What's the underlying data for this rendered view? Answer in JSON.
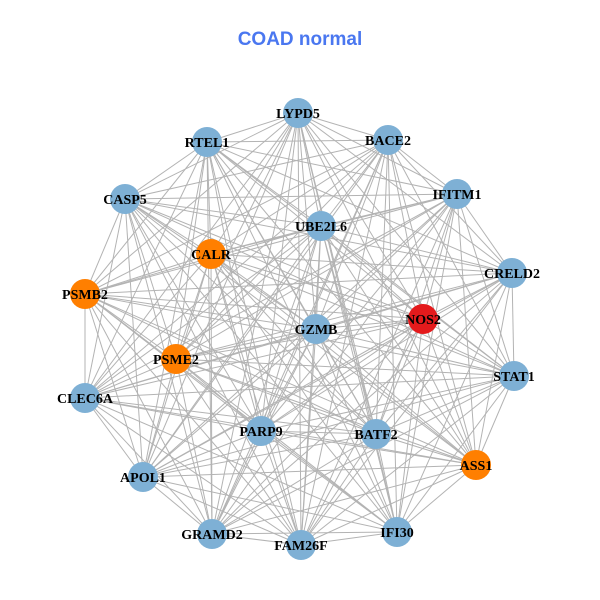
{
  "title": "COAD normal",
  "colors": {
    "title": "#4a77f0",
    "edge": "#b3b3b3",
    "blue": "#7eb0d5",
    "orange": "#ff7f00",
    "red": "#e41a1c"
  },
  "network": {
    "nodes": [
      {
        "label": "LYPD5",
        "group": "blue"
      },
      {
        "label": "BACE2",
        "group": "blue"
      },
      {
        "label": "RTEL1",
        "group": "blue"
      },
      {
        "label": "IFITM1",
        "group": "blue"
      },
      {
        "label": "CASP5",
        "group": "blue"
      },
      {
        "label": "UBE2L6",
        "group": "blue"
      },
      {
        "label": "CALR",
        "group": "orange"
      },
      {
        "label": "CRELD2",
        "group": "blue"
      },
      {
        "label": "PSMB2",
        "group": "orange"
      },
      {
        "label": "NOS2",
        "group": "red"
      },
      {
        "label": "GZMB",
        "group": "blue"
      },
      {
        "label": "PSME2",
        "group": "orange"
      },
      {
        "label": "STAT1",
        "group": "blue"
      },
      {
        "label": "CLEC6A",
        "group": "blue"
      },
      {
        "label": "PARP9",
        "group": "blue"
      },
      {
        "label": "BATF2",
        "group": "blue"
      },
      {
        "label": "ASS1",
        "group": "orange"
      },
      {
        "label": "APOL1",
        "group": "blue"
      },
      {
        "label": "GRAMD2",
        "group": "blue"
      },
      {
        "label": "FAM26F",
        "group": "blue"
      },
      {
        "label": "IFI30",
        "group": "blue"
      }
    ],
    "edges": "all-pairs"
  }
}
